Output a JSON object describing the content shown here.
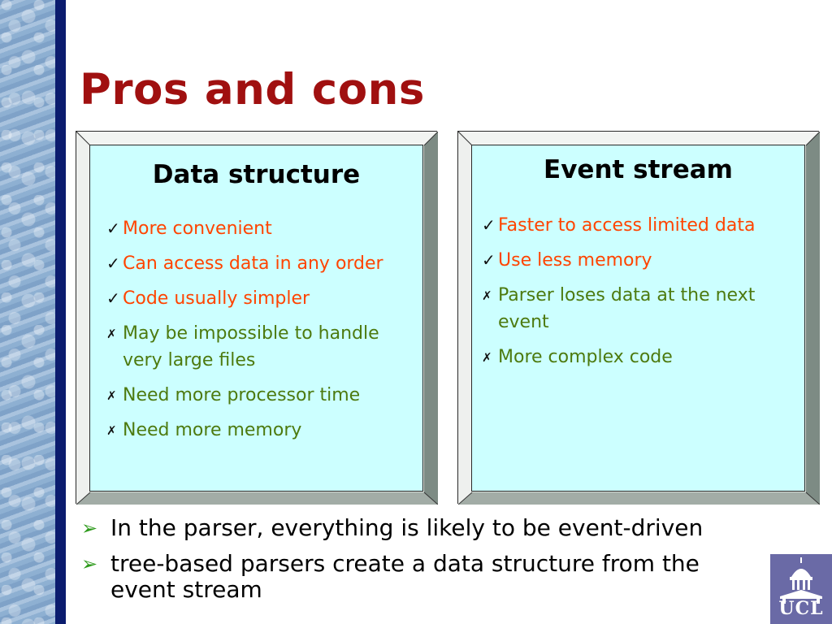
{
  "slide": {
    "title": "Pros and cons",
    "colors": {
      "title": "#a01010",
      "pro_text": "#ff4400",
      "con_text": "#4d7a0f",
      "panel_fill": "#ccffff",
      "bullet_arrow": "#2e9a1c",
      "side_bar": "#0b1c6e"
    }
  },
  "left_panel": {
    "heading": "Data structure",
    "items": [
      {
        "mark": "✓",
        "type": "pro",
        "text": "More convenient"
      },
      {
        "mark": "✓",
        "type": "pro",
        "text": "Can access data in any order"
      },
      {
        "mark": "✓",
        "type": "pro",
        "text": "Code usually simpler"
      },
      {
        "mark": "✗",
        "type": "con",
        "text": "May be impossible to handle very large files"
      },
      {
        "mark": "✗",
        "type": "con",
        "text": "Need more processor time"
      },
      {
        "mark": "✗",
        "type": "con",
        "text": "Need more memory"
      }
    ]
  },
  "right_panel": {
    "heading": "Event stream",
    "items": [
      {
        "mark": "✓",
        "type": "pro",
        "text": "Faster to access limited data"
      },
      {
        "mark": "✓",
        "type": "pro",
        "text": "Use less memory"
      },
      {
        "mark": "✗",
        "type": "con",
        "text": "Parser loses data at the next event"
      },
      {
        "mark": "✗",
        "type": "con",
        "text": "More complex code"
      }
    ]
  },
  "bottom_bullets": [
    {
      "icon": "arrow-bullet-icon",
      "text": "In the parser, everything is likely to be event-driven"
    },
    {
      "icon": "arrow-bullet-icon",
      "text": "tree-based parsers create a data structure from the event stream"
    }
  ],
  "logo": {
    "text": "UCL",
    "icon": "ucl-dome-icon"
  }
}
